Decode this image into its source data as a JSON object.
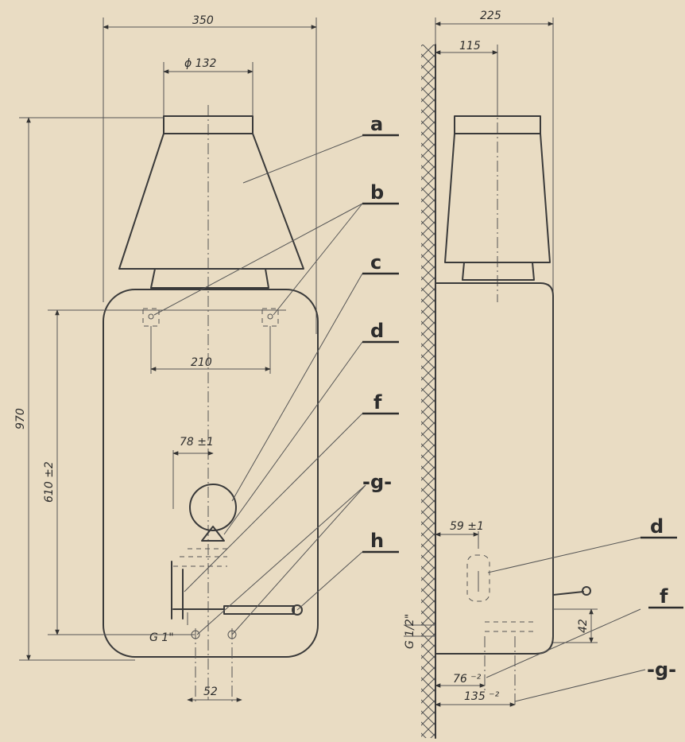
{
  "dimensions": {
    "overall_width": "350",
    "flue_diameter": "ϕ 132",
    "overall_height": "970",
    "mount_height": "610 ±2",
    "bracket_spacing": "210",
    "sight_offset": "78 ±1",
    "connection_g": "G 1\"",
    "pipe_spacing": "52",
    "depth": "225",
    "flue_offset": "115",
    "valve_offset": "59 ±1",
    "connection_g_half": "G 1/2\"",
    "side_height": "42",
    "pipe_f_depth": "76 ⁻²",
    "pipe_g_depth": "135 ⁻²"
  },
  "labels": {
    "a": "a",
    "b": "b",
    "c": "c",
    "d": "d",
    "f": "f",
    "g": "-g-",
    "h": "h",
    "side_d": "d",
    "side_f": "f",
    "side_g": "-g-"
  }
}
